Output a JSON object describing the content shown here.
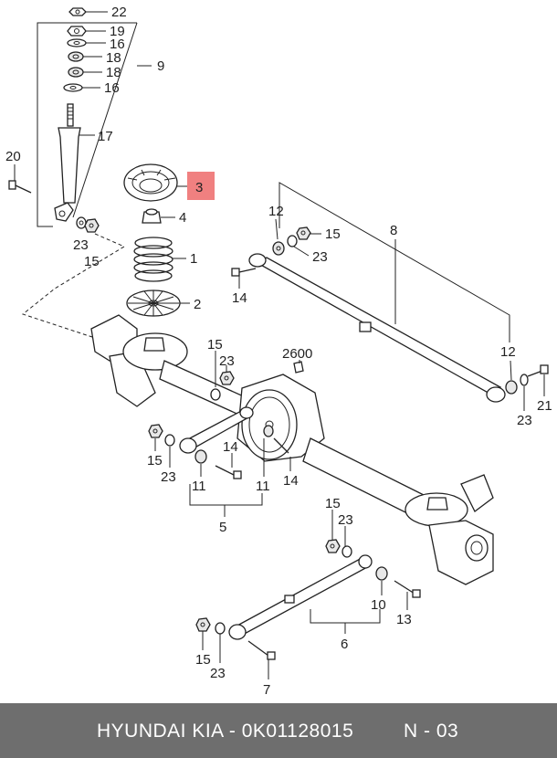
{
  "labels": {
    "l22": "22",
    "l19": "19",
    "l16a": "16",
    "l18a": "18",
    "l18b": "18",
    "l16b": "16",
    "l9": "9",
    "l17": "17",
    "l20": "20",
    "l23a": "23",
    "l15a": "15",
    "l3": "3",
    "l4": "4",
    "l1": "1",
    "l2": "2",
    "l8": "8",
    "l12a": "12",
    "l15b": "15",
    "l23b": "23",
    "l14a": "14",
    "l12b": "12",
    "l23c": "23",
    "l21": "21",
    "l2600": "2600",
    "l15c": "15",
    "l23d": "23",
    "l15d": "15",
    "l23e": "23",
    "l14b": "14",
    "l11a": "11",
    "l11b": "11",
    "l14c": "14",
    "l5": "5",
    "l15e": "15",
    "l23f": "23",
    "l10": "10",
    "l13": "13",
    "l6": "6",
    "l15f": "15",
    "l23g": "23",
    "l7": "7"
  },
  "highlight_color": "#f08080",
  "footer": {
    "brand_text": "HYUNDAI  KIA - 0K01128015",
    "page_code": "N - 03"
  }
}
